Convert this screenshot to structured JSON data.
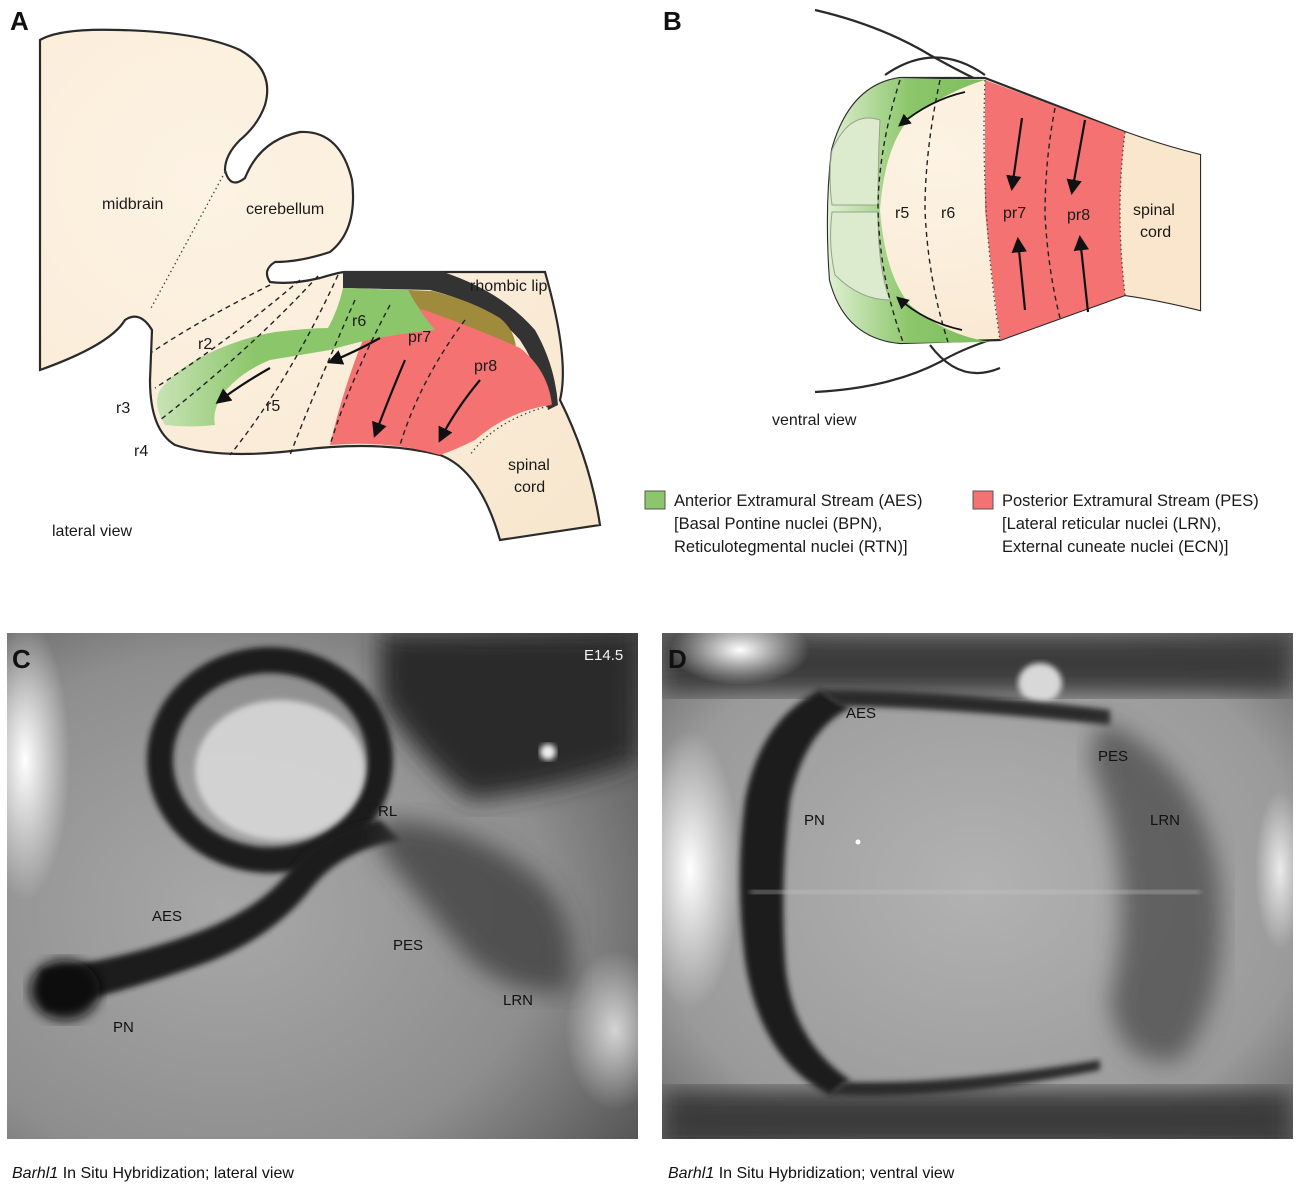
{
  "panels": {
    "a": "A",
    "b": "B",
    "c": "C",
    "d": "D"
  },
  "panel_a": {
    "midbrain": "midbrain",
    "cerebellum": "cerebellum",
    "rhombic_lip": "rhombic lip",
    "r2": "r2",
    "r3": "r3",
    "r4": "r4",
    "r5": "r5",
    "r6": "r6",
    "pr7": "pr7",
    "pr8": "pr8",
    "spinal_line1": "spinal",
    "spinal_line2": "cord",
    "view": "lateral view"
  },
  "panel_b": {
    "r5": "r5",
    "r6": "r6",
    "pr7": "pr7",
    "pr8": "pr8",
    "spinal_line1": "spinal",
    "spinal_line2": "cord",
    "view": "ventral view"
  },
  "legend": {
    "aes_line1": "Anterior Extramural Stream (AES)",
    "aes_line2": "[Basal Pontine nuclei (BPN),",
    "aes_line3": "Reticulotegmental nuclei (RTN)]",
    "pes_line1": "Posterior Extramural Stream (PES)",
    "pes_line2": "[Lateral reticular nuclei (LRN),",
    "pes_line3": "External cuneate nuclei (ECN)]",
    "aes_color": "#8cc66b",
    "pes_color": "#f47272"
  },
  "panel_c": {
    "stage": "E14.5",
    "rl": "RL",
    "aes": "AES",
    "pes": "PES",
    "lrn": "LRN",
    "pn": "PN",
    "caption_gene": "Barhl1",
    "caption_rest": " In Situ Hybridization; lateral view"
  },
  "panel_d": {
    "aes": "AES",
    "pes": "PES",
    "pn": "PN",
    "lrn": "LRN",
    "caption_gene": "Barhl1",
    "caption_rest": " In Situ Hybridization; ventral view"
  },
  "colors": {
    "tissue": "#fbeedb",
    "aes": "#8cc66b",
    "pes": "#f47272",
    "rhombic_lip": "#333333",
    "overlap": "#a08a3c"
  }
}
